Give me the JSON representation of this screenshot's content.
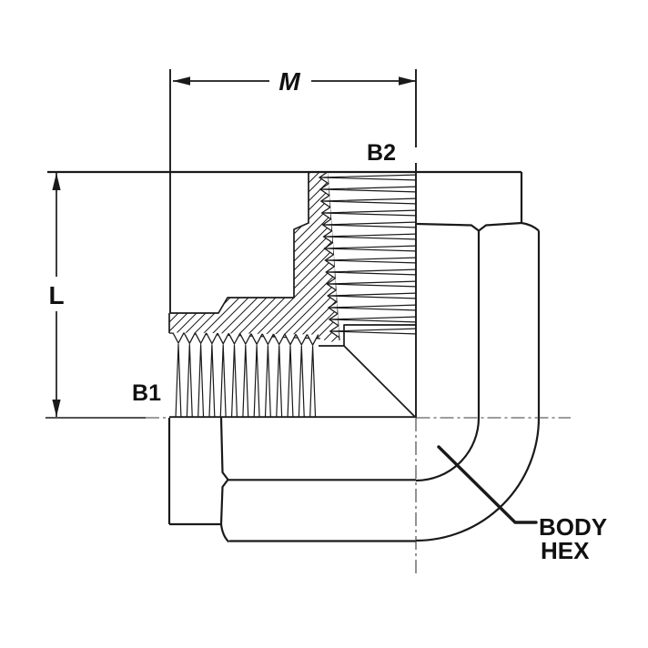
{
  "drawing": {
    "subject": "90 degree elbow fitting half-section technical drawing",
    "background": "#ffffff",
    "ink": "#1a1a1a",
    "labels": {
      "dim_horizontal": "M",
      "dim_vertical": "L",
      "port_side": "B1",
      "port_top": "B2",
      "body_hex": [
        "BODY",
        "HEX"
      ]
    }
  }
}
